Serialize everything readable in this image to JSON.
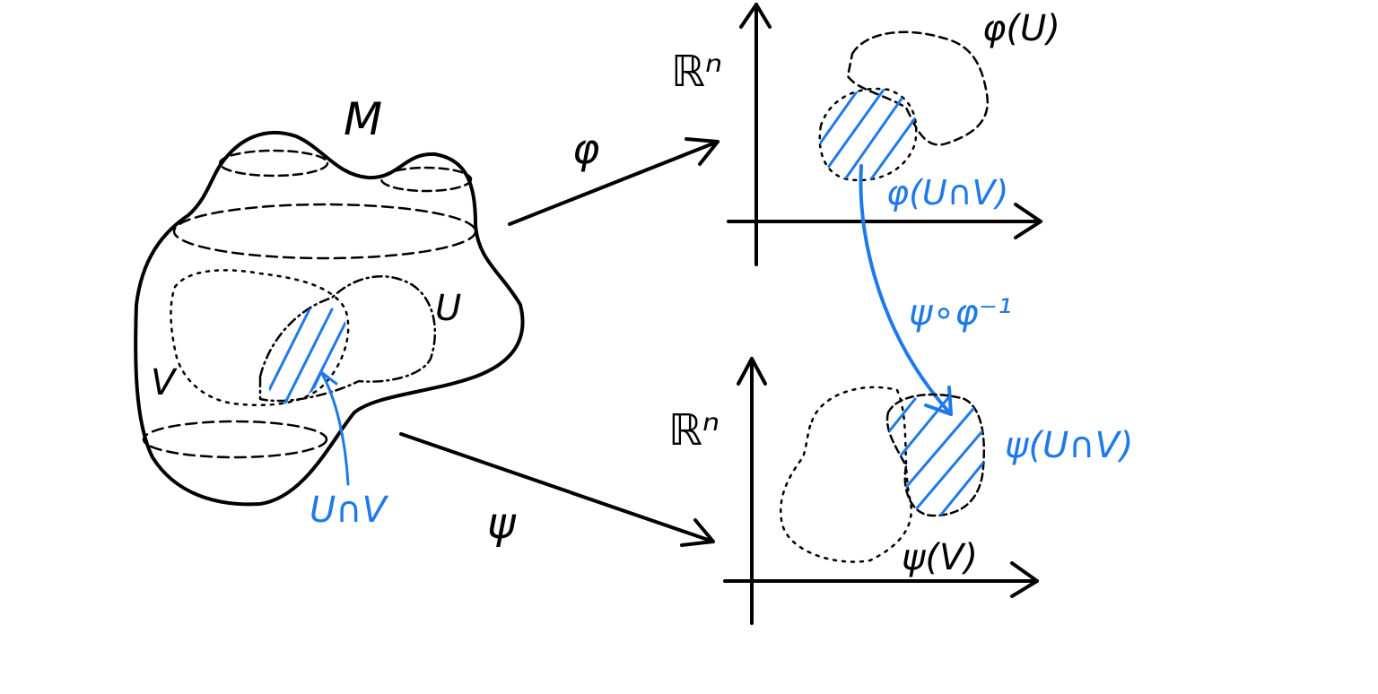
{
  "colors": {
    "ink": "#000000",
    "highlight": "#1f7ae8",
    "background": "#ffffff"
  },
  "labels": {
    "manifold": "M",
    "chart_u": "U",
    "chart_v": "V",
    "intersection": "U∩V",
    "map_phi": "φ",
    "map_psi": "ψ",
    "transition": "ψ∘φ⁻¹",
    "space_top": "ℝⁿ",
    "space_bottom": "ℝⁿ",
    "phi_of_u": "φ(U)",
    "phi_of_intersection": "φ(U∩V)",
    "psi_of_intersection": "ψ(U∩V)",
    "psi_of_v": "ψ(V)"
  }
}
